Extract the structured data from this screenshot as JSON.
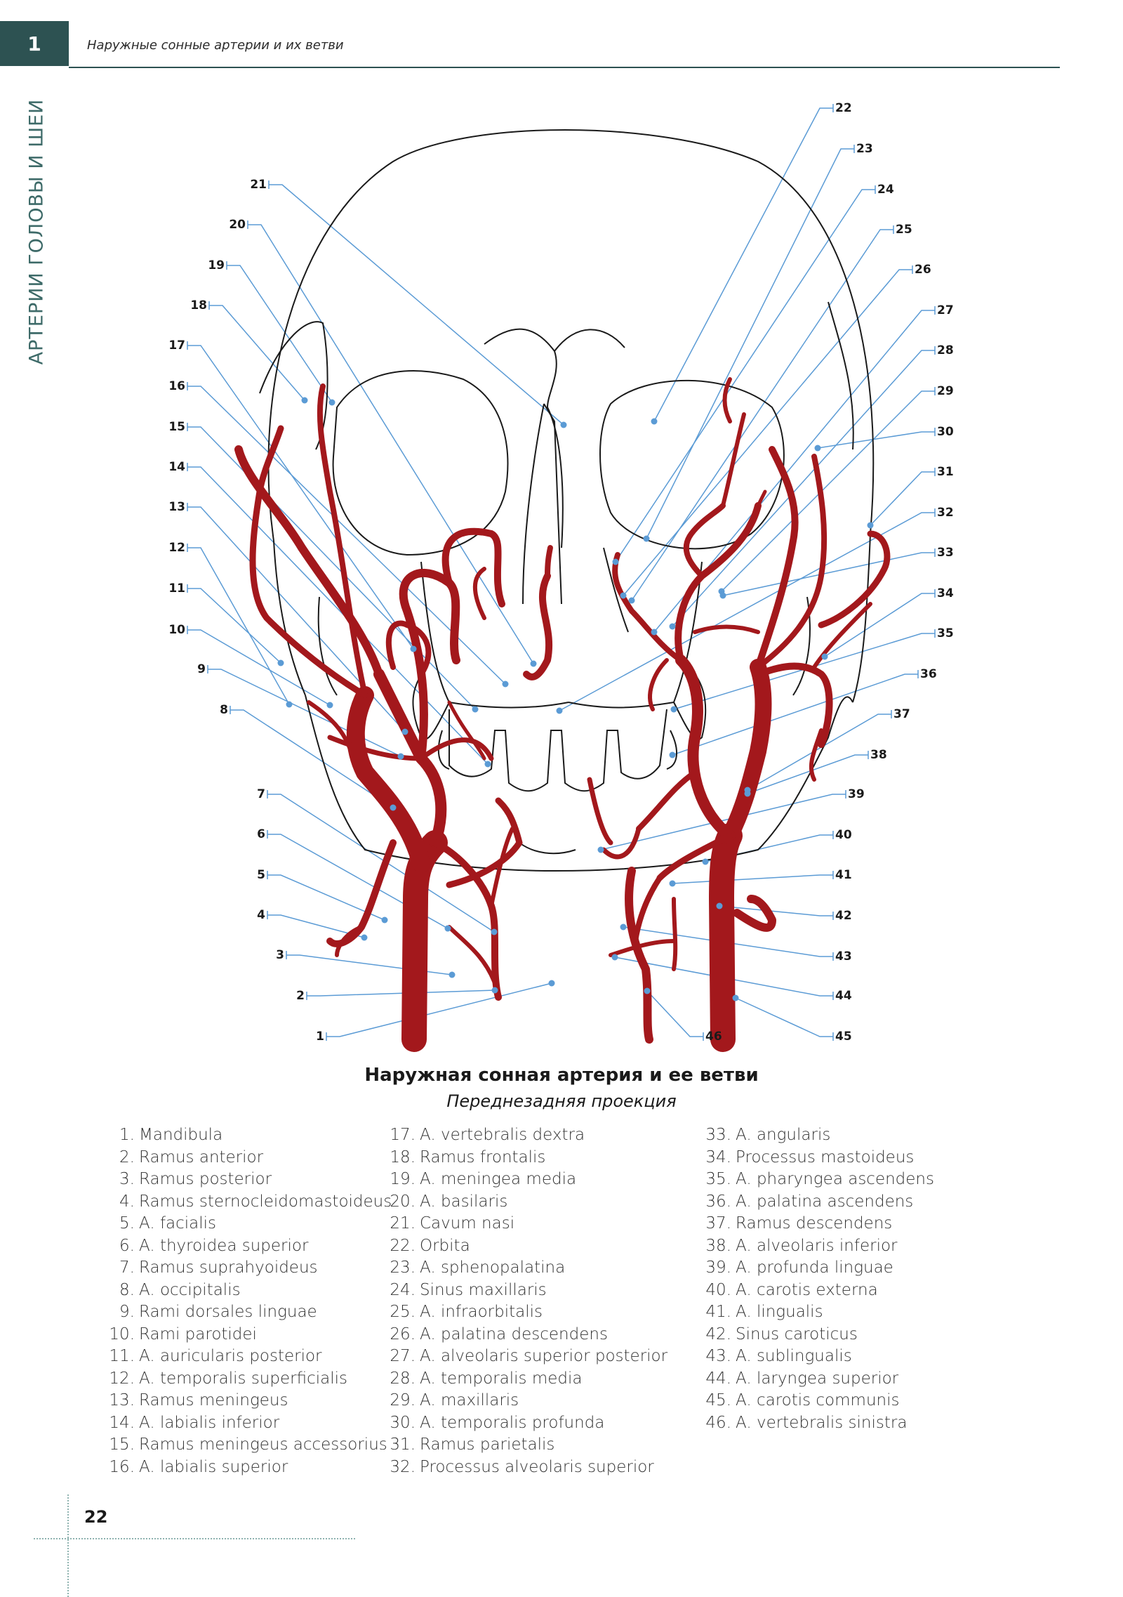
{
  "header": {
    "chapter_number": "1",
    "title": "Наружные сонные артерии и их ветви",
    "section_label": "АРТЕРИИ ГОЛОВЫ И ШЕИ"
  },
  "colors": {
    "accent": "#2d5252",
    "section": "#3d6a68",
    "artery": "#a3181c",
    "leader": "#5b9bd5",
    "outline": "#1a1a1a"
  },
  "figure": {
    "title": "Наружная сонная артерия и ее ветви",
    "subtitle": "Переднезадняя проекция"
  },
  "callouts": [
    {
      "n": "1"
    },
    {
      "n": "2"
    },
    {
      "n": "3"
    },
    {
      "n": "4"
    },
    {
      "n": "5"
    },
    {
      "n": "6"
    },
    {
      "n": "7"
    },
    {
      "n": "8"
    },
    {
      "n": "9"
    },
    {
      "n": "10"
    },
    {
      "n": "11"
    },
    {
      "n": "12"
    },
    {
      "n": "13"
    },
    {
      "n": "14"
    },
    {
      "n": "15"
    },
    {
      "n": "16"
    },
    {
      "n": "17"
    },
    {
      "n": "18"
    },
    {
      "n": "19"
    },
    {
      "n": "20"
    },
    {
      "n": "21"
    },
    {
      "n": "22"
    },
    {
      "n": "23"
    },
    {
      "n": "24"
    },
    {
      "n": "25"
    },
    {
      "n": "26"
    },
    {
      "n": "27"
    },
    {
      "n": "28"
    },
    {
      "n": "29"
    },
    {
      "n": "30"
    },
    {
      "n": "31"
    },
    {
      "n": "32"
    },
    {
      "n": "33"
    },
    {
      "n": "34"
    },
    {
      "n": "35"
    },
    {
      "n": "36"
    },
    {
      "n": "37"
    },
    {
      "n": "38"
    },
    {
      "n": "39"
    },
    {
      "n": "40"
    },
    {
      "n": "41"
    },
    {
      "n": "42"
    },
    {
      "n": "43"
    },
    {
      "n": "44"
    },
    {
      "n": "45"
    },
    {
      "n": "46"
    }
  ],
  "legend": [
    {
      "num": "1.",
      "name": "Mandibula"
    },
    {
      "num": "2.",
      "name": "Ramus anterior"
    },
    {
      "num": "3.",
      "name": "Ramus posterior"
    },
    {
      "num": "4.",
      "name": "Ramus sternocleidomastoideus"
    },
    {
      "num": "5.",
      "name": "A. facialis"
    },
    {
      "num": "6.",
      "name": "A. thyroidea superior"
    },
    {
      "num": "7.",
      "name": "Ramus suprahyoideus"
    },
    {
      "num": "8.",
      "name": "A. occipitalis"
    },
    {
      "num": "9.",
      "name": "Rami dorsales linguae"
    },
    {
      "num": "10.",
      "name": "Rami parotidei"
    },
    {
      "num": "11.",
      "name": "A. auricularis posterior"
    },
    {
      "num": "12.",
      "name": "A. temporalis superficialis"
    },
    {
      "num": "13.",
      "name": "Ramus meningeus"
    },
    {
      "num": "14.",
      "name": "A. labialis inferior"
    },
    {
      "num": "15.",
      "name": "Ramus meningeus accessorius"
    },
    {
      "num": "16.",
      "name": "A. labialis superior"
    },
    {
      "num": "17.",
      "name": "A. vertebralis dextra"
    },
    {
      "num": "18.",
      "name": "Ramus frontalis"
    },
    {
      "num": "19.",
      "name": "A. meningea media"
    },
    {
      "num": "20.",
      "name": "A. basilaris"
    },
    {
      "num": "21.",
      "name": "Cavum nasi"
    },
    {
      "num": "22.",
      "name": "Orbita"
    },
    {
      "num": "23.",
      "name": "A. sphenopalatina"
    },
    {
      "num": "24.",
      "name": "Sinus maxillaris"
    },
    {
      "num": "25.",
      "name": "A. infraorbitalis"
    },
    {
      "num": "26.",
      "name": "A. palatina descendens"
    },
    {
      "num": "27.",
      "name": "A. alveolaris superior posterior"
    },
    {
      "num": "28.",
      "name": "A. temporalis media"
    },
    {
      "num": "29.",
      "name": "A. maxillaris"
    },
    {
      "num": "30.",
      "name": "A. temporalis profunda"
    },
    {
      "num": "31.",
      "name": "Ramus parietalis"
    },
    {
      "num": "32.",
      "name": "Processus alveolaris superior"
    },
    {
      "num": "33.",
      "name": "A. angularis"
    },
    {
      "num": "34.",
      "name": "Processus mastoideus"
    },
    {
      "num": "35.",
      "name": "A. pharyngea ascendens"
    },
    {
      "num": "36.",
      "name": "A. palatina ascendens"
    },
    {
      "num": "37.",
      "name": "Ramus descendens"
    },
    {
      "num": "38.",
      "name": "A. alveolaris inferior"
    },
    {
      "num": "39.",
      "name": "A. profunda linguae"
    },
    {
      "num": "40.",
      "name": "A. carotis externa"
    },
    {
      "num": "41.",
      "name": "A. lingualis"
    },
    {
      "num": "42.",
      "name": "Sinus caroticus"
    },
    {
      "num": "43.",
      "name": "A. sublingualis"
    },
    {
      "num": "44.",
      "name": "A. laryngea superior"
    },
    {
      "num": "45.",
      "name": "A. carotis communis"
    },
    {
      "num": "46.",
      "name": "A. vertebralis sinistra"
    }
  ],
  "page_number": "22"
}
